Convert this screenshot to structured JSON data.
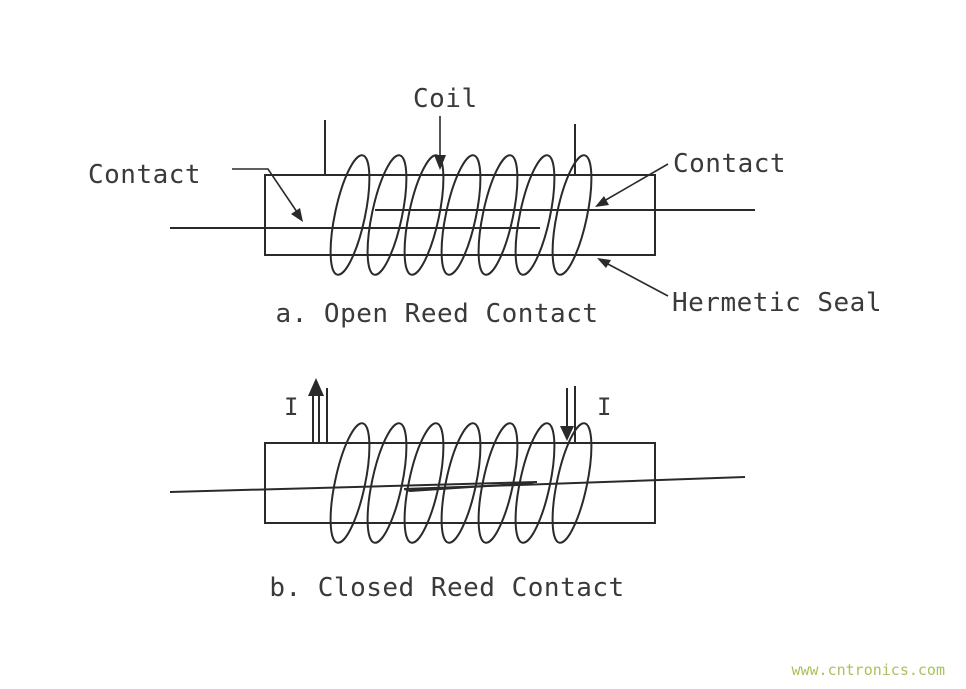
{
  "page": {
    "background": "#ffffff"
  },
  "colors": {
    "line": "#2a2a2a",
    "text": "#3a3a3a",
    "watermark": "#a9c25d"
  },
  "diagram_a": {
    "caption": "a. Open Reed Contact",
    "labels": {
      "coil": "Coil",
      "contact_left": "Contact",
      "contact_right": "Contact",
      "hermetic_seal": "Hermetic Seal"
    }
  },
  "diagram_b": {
    "caption": "b. Closed Reed Contact",
    "labels": {
      "current_left": "I",
      "current_right": "I"
    }
  },
  "watermark": {
    "text": "www.cntronics.com"
  }
}
